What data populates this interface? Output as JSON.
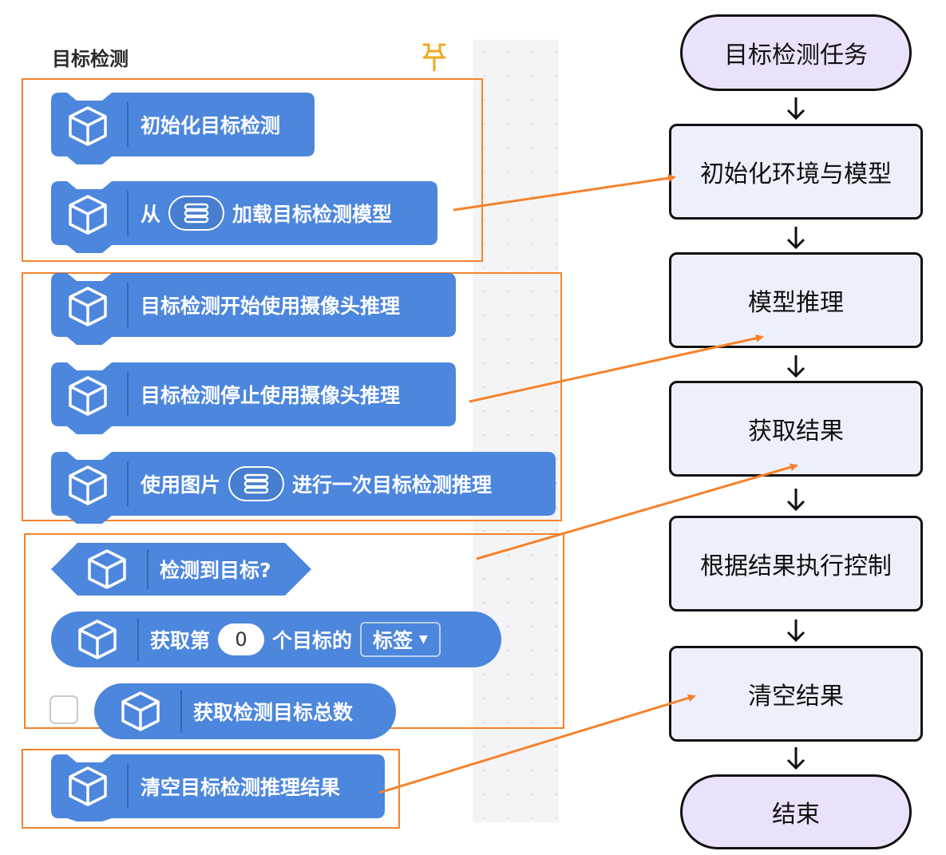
{
  "palette": {
    "category_title": "目标检测",
    "blocks": {
      "init": "初始化目标检测",
      "load_prefix": "从",
      "load_suffix": "加载目标检测模型",
      "start_camera": "目标检测开始使用摄像头推理",
      "stop_camera": "目标检测停止使用摄像头推理",
      "image_prefix": "使用图片",
      "image_suffix": "进行一次目标检测推理",
      "detected": "检测到目标?",
      "get_prefix": "获取第",
      "get_index": "0",
      "get_mid": "个目标的",
      "get_field": "标签",
      "count": "获取检测目标总数",
      "clear": "清空目标检测推理结果"
    }
  },
  "flowchart": {
    "start": "目标检测任务",
    "steps": [
      "初始化环境与模型",
      "模型推理",
      "获取结果",
      "根据结果执行控制",
      "清空结果"
    ],
    "end": "结束"
  },
  "colors": {
    "block": "#4c86dd",
    "highlight": "#f5822b",
    "terminal": "#ebe1fb",
    "process": "#edf0fb"
  }
}
